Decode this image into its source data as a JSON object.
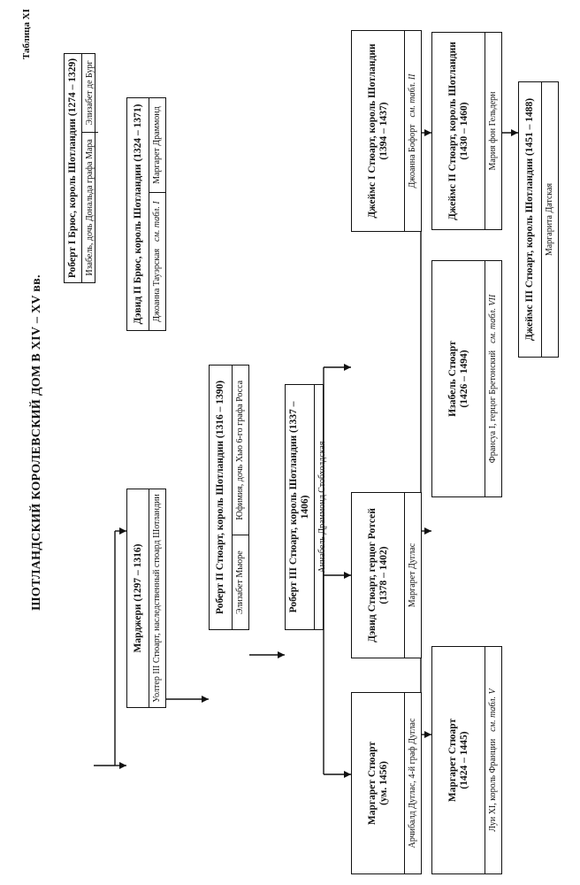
{
  "table_label": "Таблица XI",
  "title": "ШОТЛАНДСКИЙ КОРОЛЕВСКИЙ ДОМ В XIV – XV вв.",
  "see_ref": "см. табл.",
  "persons": {
    "robert1": {
      "name": "Роберт I Брюс, король Шотландии (1274 – 1329)",
      "spouses": [
        "Изабель, дочь Дональда графа Мара",
        "Элизабет де Бург"
      ]
    },
    "marjory": {
      "name": "Марджери (1297 – 1316)",
      "spouses": [
        "Уолтер III Стюарт, наследственный стюард Шотландии"
      ]
    },
    "david2": {
      "name": "Дэвид II Брюс, король Шотландии (1324 – 1371)",
      "spouses": [
        "Джоанна Тауэрская",
        "Маргарет Драммонд"
      ],
      "ref": "I"
    },
    "robert2": {
      "name": "Роберт II Стюарт, король Шотландии (1316 – 1390)",
      "spouses": [
        "Элизабет Мьюре",
        "Юфимия, дочь Хью 6-го графа Росса"
      ]
    },
    "robert3": {
      "name": "Роберт III Стюарт, король Шотландии (1337 – 1406)",
      "spouses": [
        "Аннабель Драммонд Стобхолдская"
      ]
    },
    "margaret_d": {
      "name": "Маргарет Стюарт",
      "dates": "(ум. 1456)",
      "spouses": [
        "Арчибалд Дуглас, 4-й граф Дуглас"
      ]
    },
    "david_r": {
      "name": "Дэвид Стюарт, герцог Ротсей",
      "dates": "(1378 – 1402)",
      "spouses": [
        "Маргарет Дуглас"
      ]
    },
    "james1": {
      "name": "Джеймс I Стюарт, король Шотландии",
      "dates": "(1394 – 1437)",
      "spouses": [
        "Джоанна Бофорт"
      ],
      "ref": "II"
    },
    "margaret_f": {
      "name": "Маргарет Стюарт",
      "dates": "(1424 – 1445)",
      "spouses": [
        "Луи XI, король Франции"
      ],
      "ref": "V"
    },
    "isabel": {
      "name": "Изабель Стюарт",
      "dates": "(1426 – 1494)",
      "spouses": [
        "Франсуа I, герцог Бретонский"
      ],
      "ref": "VII"
    },
    "james2": {
      "name": "Джеймс II Стюарт, король Шотландии",
      "dates": "(1430 – 1460)",
      "spouses": [
        "Мария фон Гельдерн"
      ]
    },
    "james3": {
      "name": "Джеймс III Стюарт, король Шотландии (1451 – 1488)",
      "spouses": [
        "Маргарита Датская"
      ]
    }
  }
}
